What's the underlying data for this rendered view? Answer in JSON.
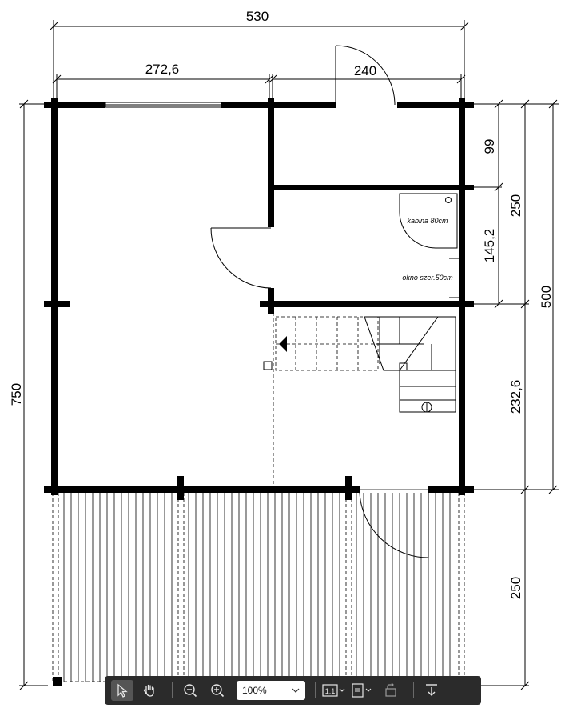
{
  "drawing": {
    "dimensions": {
      "total_width": "530",
      "left_width": "272,6",
      "right_width": "240",
      "total_height": "750",
      "right_outer": "500",
      "upper_right": "250",
      "small_top": "99",
      "bath_height": "145,2",
      "stair_height": "232,6",
      "terrace_height": "250"
    },
    "notes": {
      "shower": "kabina 80cm",
      "window": "okno szer.50cm"
    }
  },
  "toolbar": {
    "zoom_value": "100%",
    "fit_label": "1:1",
    "icons": [
      "select-icon",
      "hand-icon",
      "zoom-out-icon",
      "zoom-in-icon",
      "fit-icon",
      "page-view-icon",
      "rotate-icon",
      "download-icon"
    ]
  }
}
